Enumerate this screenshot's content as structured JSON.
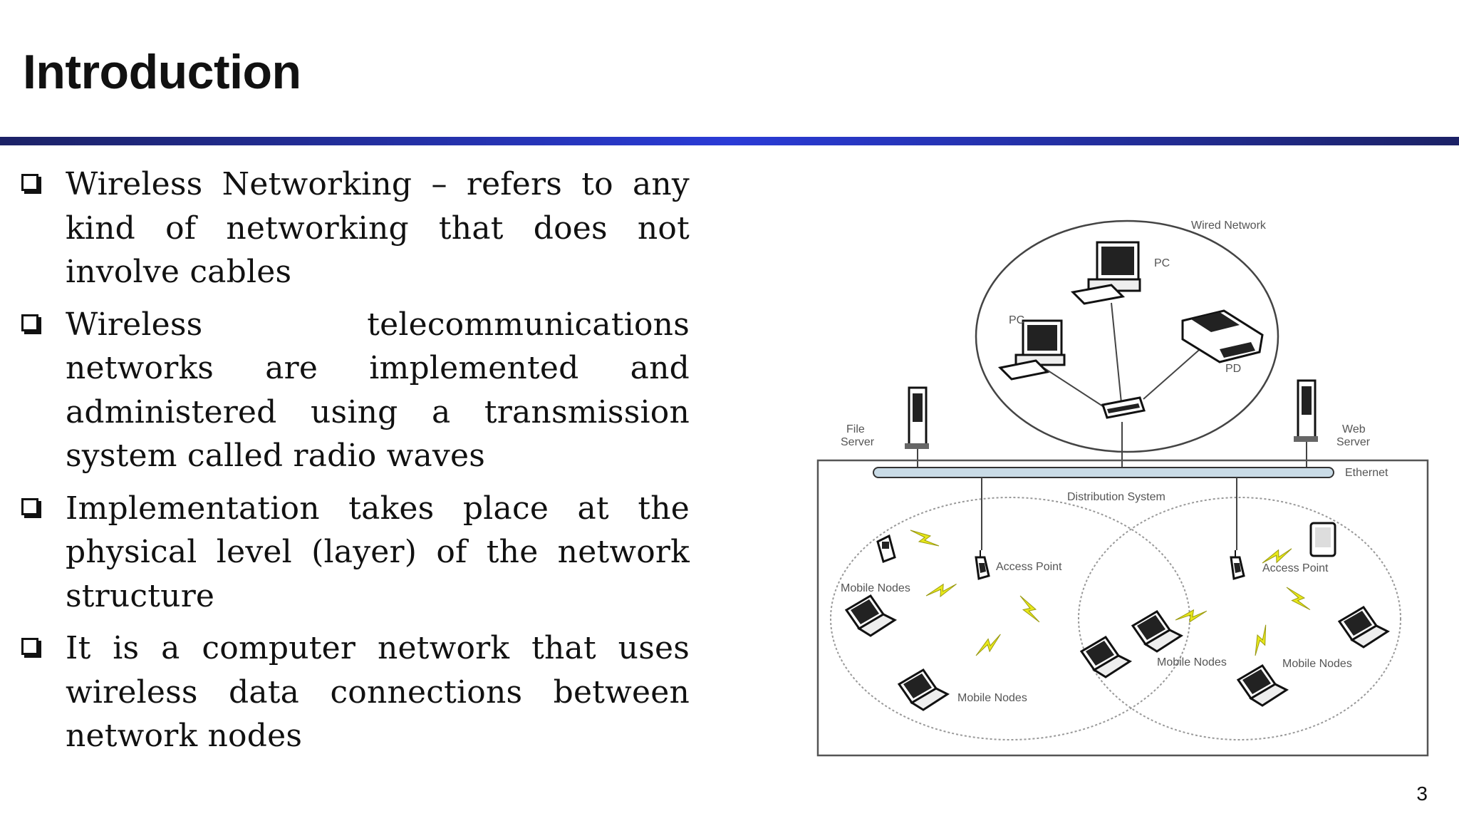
{
  "slide": {
    "title": "Introduction",
    "page_number": "3",
    "bullets": [
      "Wireless Networking – refers to any kind of networking that does not involve cables",
      "Wireless telecommunications networks are implemented and administered using a transmission system called radio waves",
      "Implementation takes place at the physical level (layer) of the network structure",
      "It is a computer network that uses wireless data connections between network nodes"
    ]
  },
  "diagram": {
    "wired_network": "Wired Network",
    "pc_label_1": "PC",
    "pc_label_2": "PC",
    "pd_label": "PD",
    "file_server": [
      "File",
      "Server"
    ],
    "web_server": [
      "Web",
      "Server"
    ],
    "ethernet": "Ethernet",
    "distribution_system": "Distribution System",
    "access_point_left": "Access Point",
    "access_point_right": "Access Point",
    "mobile_nodes_1": "Mobile Nodes",
    "mobile_nodes_2": "Mobile Nodes",
    "mobile_nodes_3": "Mobile Nodes",
    "mobile_nodes_4": "Mobile Nodes",
    "colors": {
      "title_rule_dark": "#1c2266",
      "title_rule_bright": "#2a3bd6",
      "wireless_bolt": "#e8e81a",
      "backbone": "#c9dbe6"
    }
  }
}
